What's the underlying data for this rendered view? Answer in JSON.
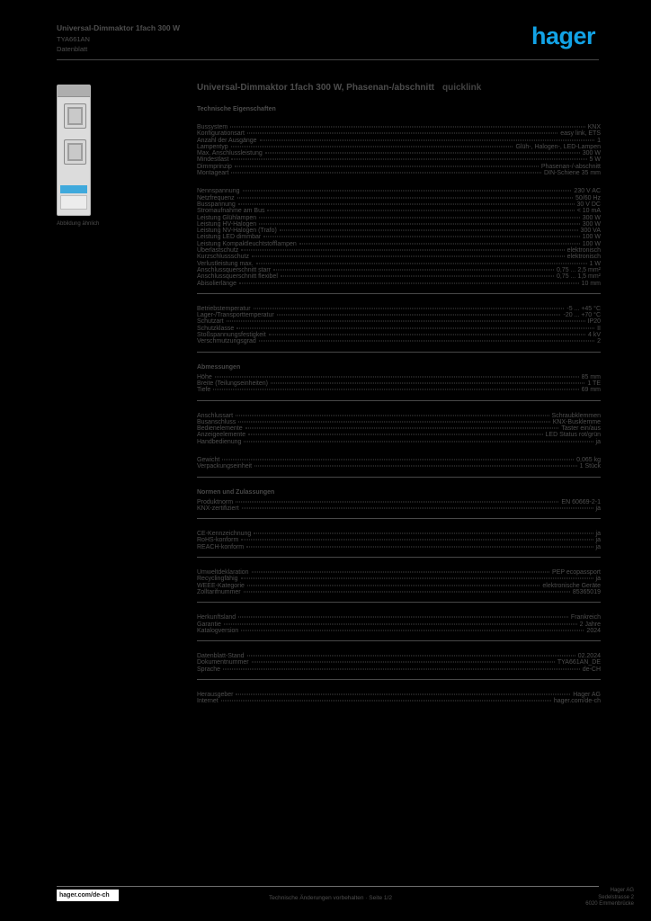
{
  "colors": {
    "background": "#000000",
    "text_gray": "#4e4e4e",
    "brand_blue": "#12a3e6",
    "device_label_blue": "#3fa9dc"
  },
  "header": {
    "line1": "Universal-Dimmaktor 1fach 300 W",
    "line2": "TYA661AN",
    "line3": "Datenblatt",
    "logo": "hager"
  },
  "product": {
    "caption": "Abbildung ähnlich"
  },
  "main": {
    "title": "Universal-Dimmaktor 1fach 300 W, Phasenan-/abschnitt",
    "title_suffix": "quicklink",
    "subtitle": "Technische Eigenschaften"
  },
  "specs": {
    "sections": [
      {
        "heading": null,
        "rule_after": false,
        "rows": [
          {
            "label": "Bussystem",
            "value": "KNX"
          },
          {
            "label": "Konfigurationsart",
            "value": "easy link, ETS"
          },
          {
            "label": "Anzahl der Ausgänge",
            "value": "1"
          },
          {
            "label": "Lampentyp",
            "value": "Glüh-, Halogen-, LED-Lampen"
          },
          {
            "label": "Max. Anschlussleistung",
            "value": "300 W"
          },
          {
            "label": "Mindestlast",
            "value": "5 W"
          },
          {
            "label": "Dimmprinzip",
            "value": "Phasenan-/-abschnitt"
          },
          {
            "label": "Montageart",
            "value": "DIN-Schiene 35 mm"
          }
        ]
      },
      {
        "heading": null,
        "rule_after": true,
        "rows": [
          {
            "label": "Nennspannung",
            "value": "230 V AC"
          },
          {
            "label": "Netzfrequenz",
            "value": "50/60 Hz"
          },
          {
            "label": "Busspannung",
            "value": "30 V DC"
          },
          {
            "label": "Stromaufnahme am Bus",
            "value": "< 10 mA"
          },
          {
            "label": "Leistung Glühlampen",
            "value": "300 W"
          },
          {
            "label": "Leistung HV-Halogen",
            "value": "300 W"
          },
          {
            "label": "Leistung NV-Halogen (Trafo)",
            "value": "300 VA"
          },
          {
            "label": "Leistung LED dimmbar",
            "value": "100 W"
          },
          {
            "label": "Leistung Kompaktleuchtstofflampen",
            "value": "100 W"
          },
          {
            "label": "Überlastschutz",
            "value": "elektronisch"
          },
          {
            "label": "Kurzschlussschutz",
            "value": "elektronisch"
          },
          {
            "label": "Verlustleistung max.",
            "value": "1 W"
          },
          {
            "label": "Anschlussquerschnitt starr",
            "value": "0,75 ... 2,5 mm²"
          },
          {
            "label": "Anschlussquerschnitt flexibel",
            "value": "0,75 ... 1,5 mm²"
          },
          {
            "label": "Abisolierlänge",
            "value": "10 mm"
          }
        ]
      },
      {
        "heading": null,
        "rule_after": true,
        "rows": [
          {
            "label": "Betriebstemperatur",
            "value": "-5 ... +45 °C"
          },
          {
            "label": "Lager-/Transporttemperatur",
            "value": "-20 ... +70 °C"
          },
          {
            "label": "Schutzart",
            "value": "IP20"
          },
          {
            "label": "Schutzklasse",
            "value": "II"
          },
          {
            "label": "Stoßspannungsfestigkeit",
            "value": "4 kV"
          },
          {
            "label": "Verschmutzungsgrad",
            "value": "2"
          }
        ]
      },
      {
        "heading": "Abmessungen",
        "rule_after": true,
        "rows": [
          {
            "label": "Höhe",
            "value": "85 mm"
          },
          {
            "label": "Breite (Teilungseinheiten)",
            "value": "1 TE"
          },
          {
            "label": "Tiefe",
            "value": "69 mm"
          }
        ]
      },
      {
        "heading": null,
        "rule_after": false,
        "rows": [
          {
            "label": "Anschlussart",
            "value": "Schraubklemmen"
          },
          {
            "label": "Busanschluss",
            "value": "KNX-Busklemme"
          },
          {
            "label": "Bedienelemente",
            "value": "Taster ein/aus"
          },
          {
            "label": "Anzeigeelemente",
            "value": "LED Status rot/grün"
          },
          {
            "label": "Handbedienung",
            "value": "ja"
          }
        ]
      },
      {
        "heading": null,
        "rule_after": true,
        "rows": [
          {
            "label": "Gewicht",
            "value": "0,065 kg"
          },
          {
            "label": "Verpackungseinheit",
            "value": "1 Stück"
          }
        ]
      },
      {
        "heading": "Normen und Zulassungen",
        "rule_after": true,
        "rows": [
          {
            "label": "Produktnorm",
            "value": "EN 60669-2-1"
          },
          {
            "label": "KNX-zertifiziert",
            "value": "ja"
          }
        ]
      },
      {
        "heading": null,
        "rule_after": true,
        "rows": [
          {
            "label": "CE-Kennzeichnung",
            "value": "ja"
          },
          {
            "label": "RoHS-konform",
            "value": "ja"
          },
          {
            "label": "REACH-konform",
            "value": "ja"
          }
        ]
      },
      {
        "heading": null,
        "rule_after": true,
        "rows": [
          {
            "label": "Umweltdeklaration",
            "value": "PEP ecopassport"
          },
          {
            "label": "Recyclingfähig",
            "value": "ja"
          },
          {
            "label": "WEEE-Kategorie",
            "value": "elektronische Geräte"
          },
          {
            "label": "Zolltarifnummer",
            "value": "85365019"
          }
        ]
      },
      {
        "heading": null,
        "rule_after": true,
        "rows": [
          {
            "label": "Herkunftsland",
            "value": "Frankreich"
          },
          {
            "label": "Garantie",
            "value": "2 Jahre"
          },
          {
            "label": "Katalogversion",
            "value": "2024"
          }
        ]
      },
      {
        "heading": null,
        "rule_after": true,
        "rows": [
          {
            "label": "Datenblatt-Stand",
            "value": "02.2024"
          },
          {
            "label": "Dokumentnummer",
            "value": "TYA661AN_DE"
          },
          {
            "label": "Sprache",
            "value": "de-CH"
          }
        ]
      },
      {
        "heading": null,
        "rule_after": false,
        "rows": [
          {
            "label": "Herausgeber",
            "value": "Hager AG"
          },
          {
            "label": "Internet",
            "value": "hager.com/de-ch"
          }
        ]
      }
    ]
  },
  "footer": {
    "link": "hager.com/de-ch",
    "center": "Technische Änderungen vorbehalten · Seite 1/2",
    "right_lines": [
      "Hager AG",
      "Sedelstrasse 2",
      "6020 Emmenbrücke"
    ]
  }
}
